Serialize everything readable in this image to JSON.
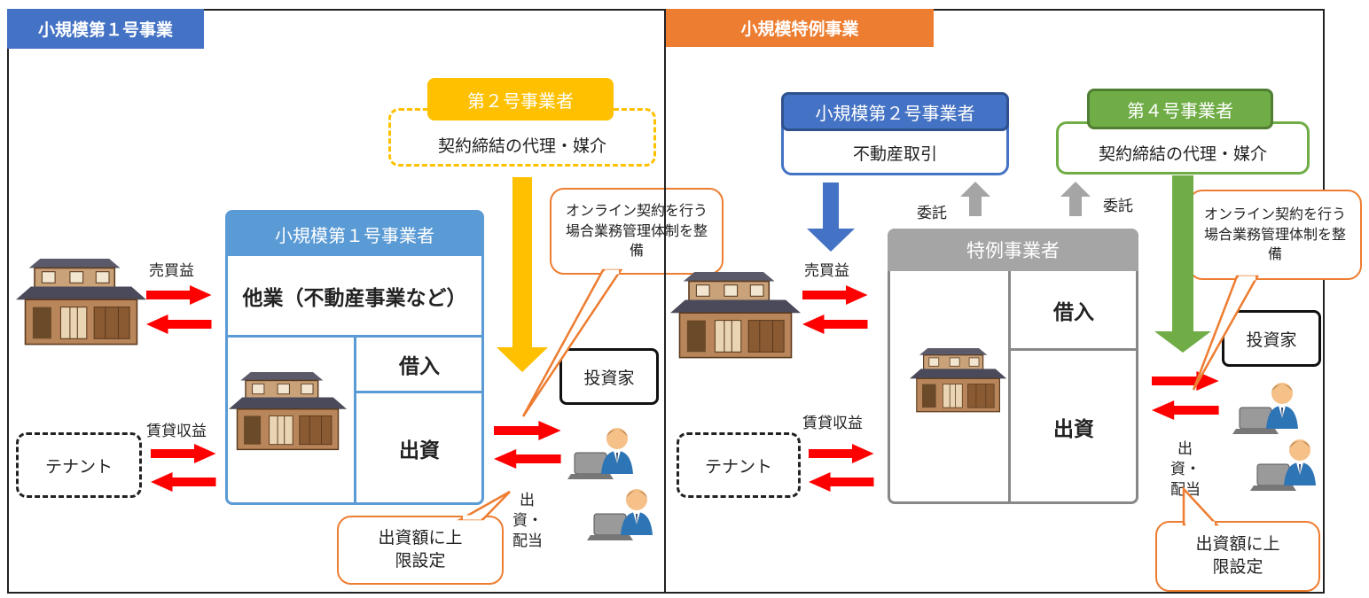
{
  "left": {
    "title": "小規模第１号事業",
    "title_color": "#4472C4",
    "main_header": "小規模第１号事業者",
    "other_business": "他業（不動産事業など）",
    "borrowing": "借入",
    "investment": "出資",
    "agent_header": "第２号事業者",
    "agent_body": "契約締結の代理・媒介",
    "online_note": "オンライン契約を行う場合業務管理体制を整備",
    "cap_note": "出資額に上限設定",
    "investor": "投資家",
    "tenant": "テナント",
    "sale_profit": "売買益",
    "rent_profit": "賃貸収益",
    "investor_flow": "出資・配当"
  },
  "right": {
    "title": "小規模特例事業",
    "title_color": "#ED7D31",
    "main_header": "特例事業者",
    "borrowing": "借入",
    "investment": "出資",
    "sub2_header": "小規模第２号事業者",
    "sub2_body": "不動産取引",
    "sub4_header": "第４号事業者",
    "sub4_body": "契約締結の代理・媒介",
    "consign": "委託",
    "online_note": "オンライン契約を行う場合業務管理体制を整備",
    "cap_note": "出資額に上限設定",
    "investor": "投資家",
    "tenant": "テナント",
    "sale_profit": "売買益",
    "rent_profit": "賃貸収益",
    "investor_flow": "出資・配当"
  },
  "colors": {
    "blue": "#4472C4",
    "blue_light": "#5B9BD5",
    "gold": "#FFC000",
    "green": "#70AD47",
    "gray": "#A5A5A5",
    "orange": "#ED7D31",
    "red": "#FF0000"
  },
  "icons": [
    "house-icon",
    "investor-icon",
    "up-arrow-icon",
    "down-arrow-icon",
    "exchange-arrows-icon"
  ]
}
